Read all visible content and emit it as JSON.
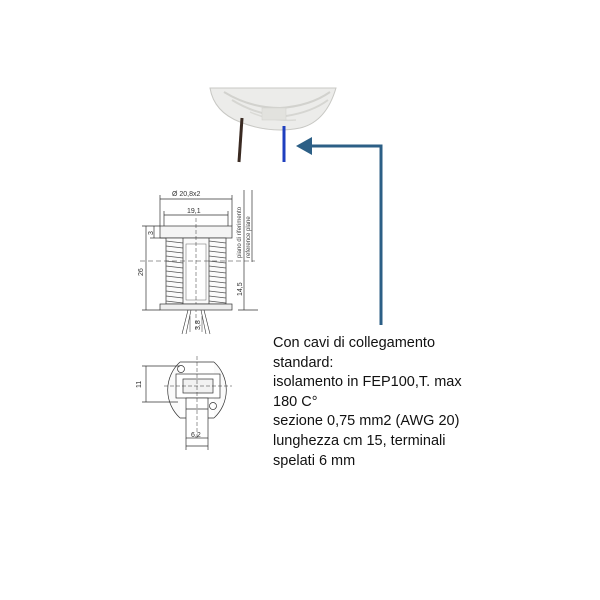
{
  "colors": {
    "arrow": "#2c5f86",
    "wire_blue": "#1f3fbf",
    "wire_brown": "#3a2a22",
    "line": "#333333"
  },
  "dimensions": {
    "diameter": "Ø 20,8x2",
    "width": "19,1",
    "top_offset": "3",
    "height": "26",
    "lower_height": "14,5",
    "pin_spacing": "3,8",
    "base_height": "11",
    "base_width": "6,2"
  },
  "reference_plane": {
    "it": "piano di riferimento",
    "en": "reference plane"
  },
  "note": {
    "lines": [
      "Con cavi di collegamento",
      "standard:",
      "isolamento in FEP100,T. max",
      "180 C°",
      "sezione 0,75 mm2 (AWG 20)",
      "lunghezza cm 15, terminali",
      "spelati 6 mm"
    ]
  }
}
